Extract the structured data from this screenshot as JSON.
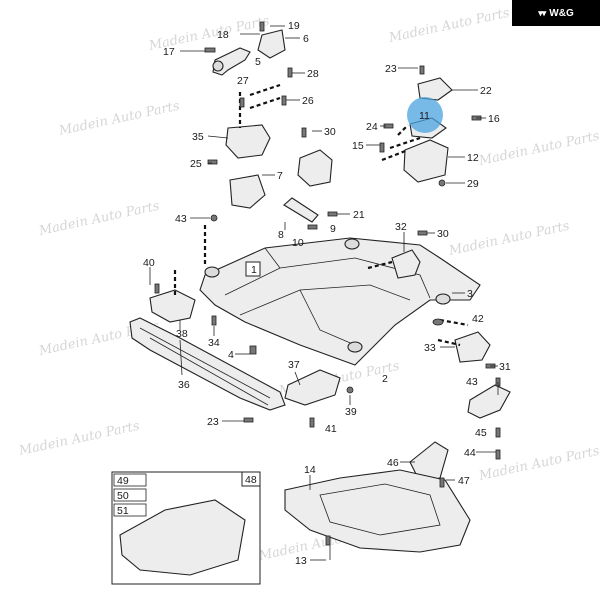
{
  "brand": {
    "text": "W&G",
    "icon": "wings-logo-icon"
  },
  "watermark": {
    "text": "Madein Auto Parts"
  },
  "highlight_color": "#4aa3df",
  "callouts": [
    "1",
    "2",
    "3",
    "4",
    "5",
    "6",
    "7",
    "8",
    "10",
    "11",
    "12",
    "13",
    "14",
    "15",
    "16",
    "17",
    "18",
    "19",
    "21",
    "22",
    "23",
    "24",
    "25",
    "26",
    "27",
    "28",
    "29",
    "30",
    "31",
    "32",
    "33",
    "34",
    "35",
    "36",
    "37",
    "38",
    "39",
    "40",
    "41",
    "42",
    "43",
    "44",
    "45",
    "46",
    "47",
    "48",
    "49",
    "50",
    "51"
  ],
  "callout_labels": {
    "c1": "1",
    "c2": "2",
    "c3": "3",
    "c4": "4",
    "c5": "5",
    "c6": "6",
    "c7": "7",
    "c8": "8",
    "c10": "10",
    "c11": "11",
    "c12": "12",
    "c13": "13",
    "c14": "14",
    "c15": "15",
    "c16": "16",
    "c17": "17",
    "c18": "18",
    "c19": "19",
    "c21": "21",
    "c22": "22",
    "c23a": "23",
    "c23b": "23",
    "c24": "24",
    "c25": "25",
    "c26": "26",
    "c27": "27",
    "c28": "28",
    "c29": "29",
    "c30a": "30",
    "c30b": "30",
    "c31": "31",
    "c32": "32",
    "c33": "33",
    "c34": "34",
    "c35": "35",
    "c36": "36",
    "c37": "37",
    "c38": "38",
    "c39": "39",
    "c40": "40",
    "c41": "41",
    "c42": "42",
    "c43a": "43",
    "c43b": "43",
    "c44": "44",
    "c45": "45",
    "c46": "46",
    "c47": "47",
    "c48": "48",
    "c49": "49",
    "c50": "50",
    "c51": "51"
  }
}
